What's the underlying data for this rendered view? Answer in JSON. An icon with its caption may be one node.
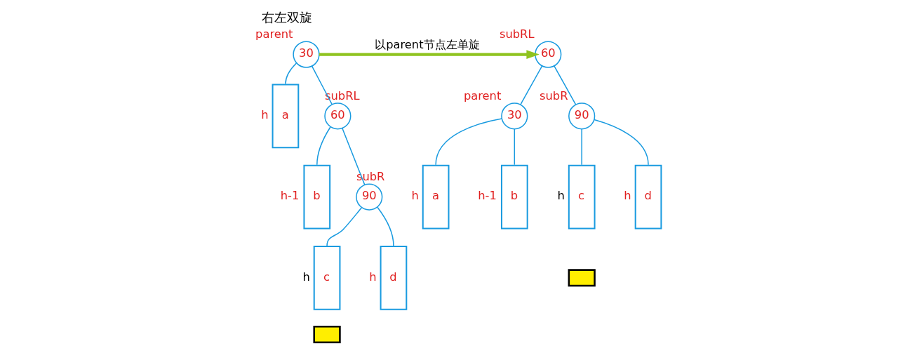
{
  "diagram": {
    "title": "右左双旋",
    "nodes": [
      {
        "text": [
          "30"
        ],
        "beside": [
          "parent"
        ]
      },
      {
        "text": [
          "a"
        ],
        "beside": [
          "h"
        ]
      },
      {
        "text": [
          "60"
        ],
        "beside": [
          "subRL"
        ]
      },
      {
        "text": [
          "b"
        ],
        "beside": [
          "h-1"
        ]
      },
      {
        "text": [
          "90"
        ],
        "beside": [
          "subR"
        ]
      },
      {
        "text": [
          "c"
        ],
        "beside": [
          "h"
        ]
      },
      {
        "text": [],
        "shape": "box"
      },
      {
        "text": [
          "d"
        ],
        "beside": [
          "h"
        ]
      },
      {
        "text": [
          "60"
        ],
        "beside": [
          "subRL"
        ]
      },
      {
        "text": [
          "30"
        ],
        "beside": [
          "parent"
        ]
      },
      {
        "text": [
          "90"
        ],
        "beside": [
          "subR"
        ]
      },
      {
        "text": [
          "a"
        ],
        "beside": [
          "h"
        ]
      },
      {
        "text": [
          "b"
        ],
        "beside": [
          "h-1"
        ]
      },
      {
        "text": [
          "c"
        ],
        "beside": [
          "h"
        ]
      },
      {
        "text": [],
        "shape": "box"
      },
      {
        "text": [
          "d"
        ],
        "beside": [
          "h"
        ]
      }
    ],
    "edges": [
      {
        "from": 0,
        "to": 1,
        "arrow": "none"
      },
      {
        "from": 0,
        "to": 2,
        "arrow": "none"
      },
      {
        "from": 2,
        "to": 3,
        "arrow": "none"
      },
      {
        "from": 2,
        "to": 4,
        "arrow": "none"
      },
      {
        "from": 4,
        "to": 5,
        "arrow": "none"
      },
      {
        "from": 4,
        "to": 7,
        "arrow": "none"
      },
      {
        "from": 0,
        "to": 8,
        "arrow": "to",
        "label": "以parent节点左单旋",
        "style": "thick",
        "color": "#8fc31f"
      },
      {
        "from": 8,
        "to": 9,
        "arrow": "none"
      },
      {
        "from": 8,
        "to": 10,
        "arrow": "none"
      },
      {
        "from": 9,
        "to": 11,
        "arrow": "none"
      },
      {
        "from": 9,
        "to": 12,
        "arrow": "none"
      },
      {
        "from": 10,
        "to": 13,
        "arrow": "none"
      },
      {
        "from": 10,
        "to": 15,
        "arrow": "none"
      }
    ]
  }
}
